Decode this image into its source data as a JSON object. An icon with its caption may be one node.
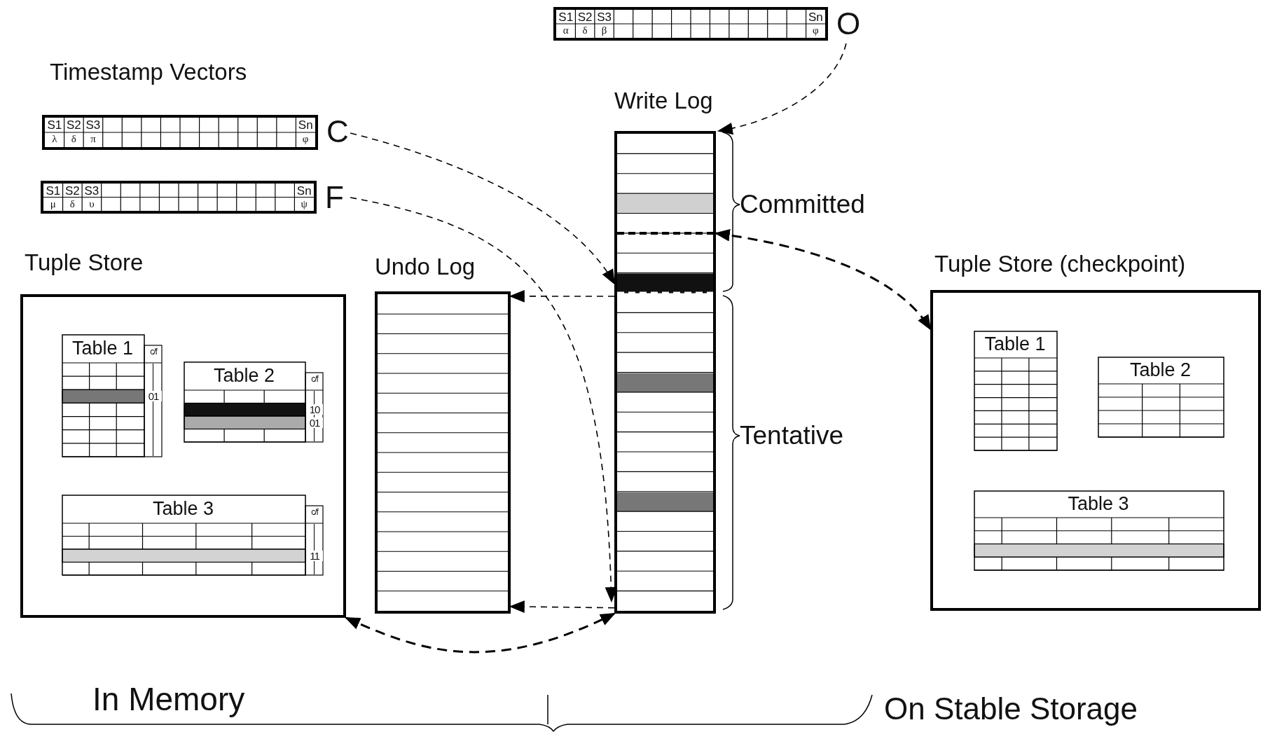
{
  "diagram": {
    "nodes": [
      {
        "text": [
          "S1",
          "S2",
          "S3",
          "Sn",
          "α",
          "δ",
          "β",
          "φ"
        ],
        "beside": [
          "O"
        ]
      },
      {
        "text": [
          "S1",
          "S2",
          "S3",
          "Sn",
          "λ",
          "δ",
          "π",
          "φ"
        ],
        "beside": [
          "C"
        ]
      },
      {
        "text": [
          "S1",
          "S2",
          "S3",
          "Sn",
          "μ",
          "δ",
          "υ",
          "ψ"
        ],
        "beside": [
          "F"
        ]
      },
      {
        "text": [
          "Tuple Store"
        ]
      },
      {
        "text": [
          "Table 1",
          "c/f",
          "01"
        ],
        "in": 3
      },
      {
        "text": [
          "Table 2",
          "c/f",
          "10",
          "01"
        ],
        "in": 3
      },
      {
        "text": [
          "Table 3",
          "c/f",
          "11"
        ],
        "in": 3
      },
      {
        "text": [
          "Undo Log"
        ]
      },
      {
        "text": [
          "Write Log"
        ]
      },
      {
        "text": [
          "Tuple Store (checkpoint)"
        ]
      },
      {
        "text": [
          "Table 1"
        ],
        "in": 9
      },
      {
        "text": [
          "Table 2"
        ],
        "in": 9
      },
      {
        "text": [
          "Table 3"
        ],
        "in": 9
      }
    ],
    "edges": [
      {
        "from": 0,
        "to": 8,
        "arrow": "to",
        "style": "dashed"
      },
      {
        "from": 1,
        "to": 8,
        "arrow": "to",
        "style": "dashed"
      },
      {
        "from": 2,
        "to": 8,
        "arrow": "to",
        "style": "dashed"
      },
      {
        "from": 8,
        "to": 7,
        "arrow": "to",
        "style": "dashed"
      },
      {
        "from": 8,
        "to": 7,
        "arrow": "to",
        "style": "dashed"
      },
      {
        "from": 8,
        "to": 9,
        "arrow": "both",
        "style": "dashed"
      },
      {
        "from": 3,
        "to": 8,
        "arrow": "both",
        "style": "dashed"
      }
    ],
    "labels": [
      "Timestamp Vectors",
      "Committed",
      "Tentative",
      "In Memory",
      "On Stable Storage"
    ]
  }
}
